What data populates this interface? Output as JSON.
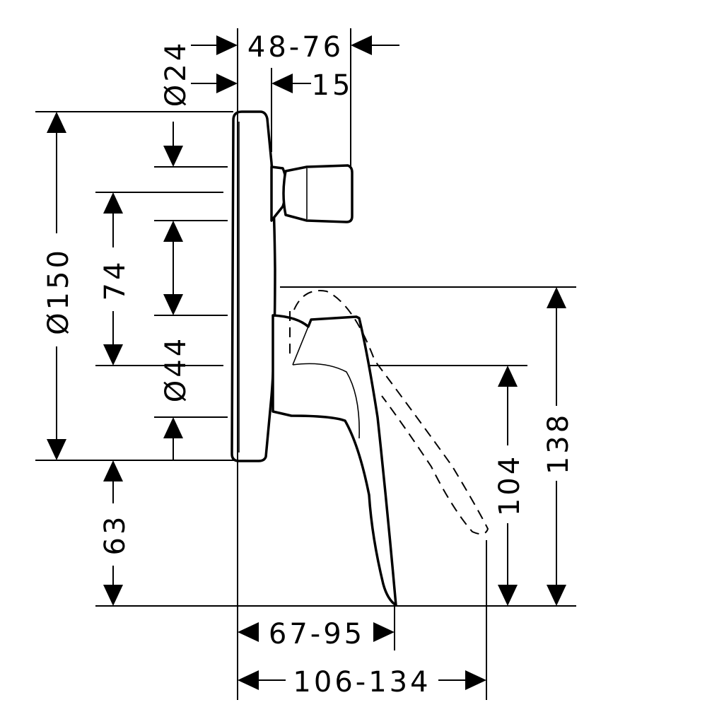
{
  "dimensions": {
    "top_width": "48-76",
    "dia_24": "Ø24",
    "offset_15": "15",
    "dia_150": "Ø150",
    "v_74": "74",
    "dia_44": "Ø44",
    "v_63": "63",
    "h_104": "104",
    "h_138": "138",
    "w_67_95": "67-95",
    "w_106_134": "106-134"
  }
}
